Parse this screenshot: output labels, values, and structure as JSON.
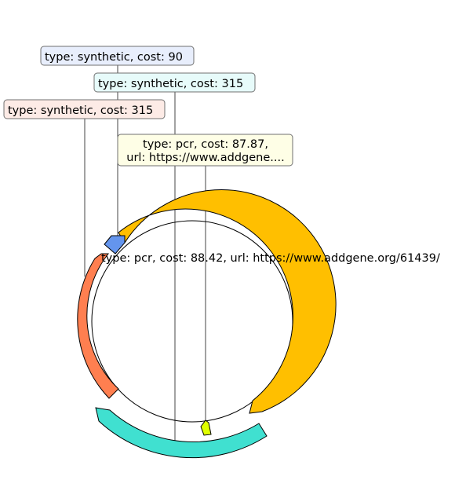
{
  "plasmid_map": {
    "labels": [
      {
        "id": "l1",
        "text": "type: synthetic, cost: 90",
        "box_fill": "#e8eefc",
        "box_stroke": "#707070"
      },
      {
        "id": "l2",
        "text": "type: synthetic, cost: 315",
        "box_fill": "#e7fbfa",
        "box_stroke": "#707070"
      },
      {
        "id": "l3",
        "text": "type: synthetic, cost: 315",
        "box_fill": "#fdebe6",
        "box_stroke": "#707070"
      },
      {
        "id": "l4",
        "text": "type: pcr, cost: 87.87,",
        "text2": "url: https://www.addgene....",
        "box_fill": "#fefee6",
        "box_stroke": "#707070"
      }
    ],
    "inline_label": "type: pcr, cost: 88.42, url: https://www.addgene.org/61439/",
    "features": [
      {
        "id": "f-orange",
        "color": "#ffbf00"
      },
      {
        "id": "f-coral",
        "color": "#ff7f50"
      },
      {
        "id": "f-teal",
        "color": "#40e0d0"
      },
      {
        "id": "f-blue",
        "color": "#6495ed"
      },
      {
        "id": "f-lime",
        "color": "#dfff00"
      }
    ]
  }
}
